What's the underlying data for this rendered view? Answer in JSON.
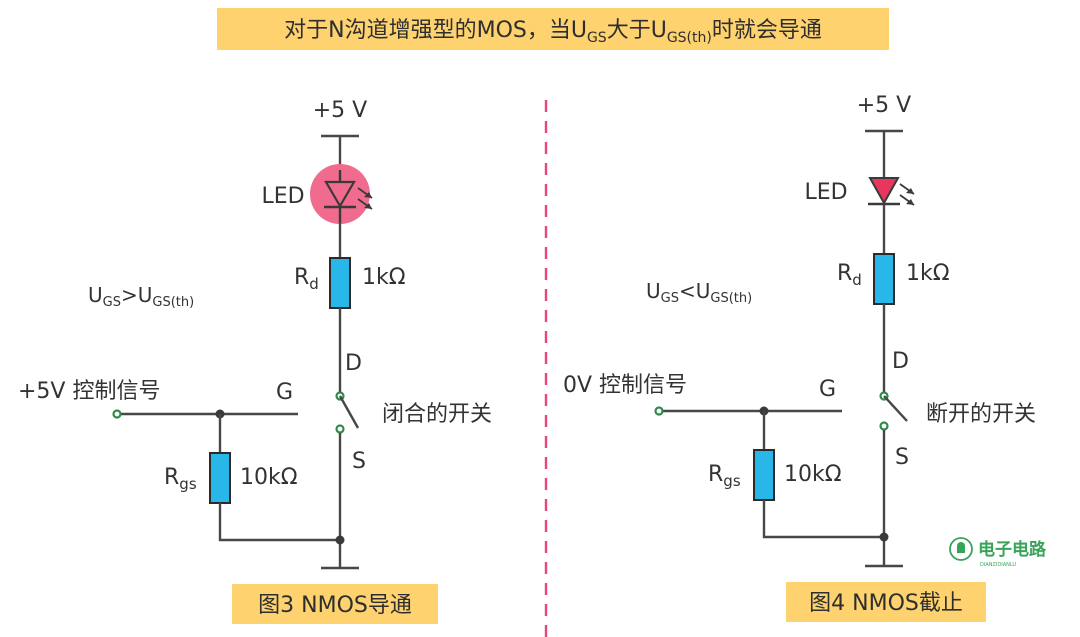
{
  "title": {
    "prefix": "对于N沟道增强型的MOS，当U",
    "sub1": "GS",
    "mid": "大于U",
    "sub2": "GS(th)",
    "suffix": "时就会导通"
  },
  "left": {
    "vcc": "+5 V",
    "led_label": "LED",
    "rd_main": "R",
    "rd_sub": "d",
    "rd_value": "1kΩ",
    "cond_u1": "U",
    "cond_sub1": "GS",
    "cond_op": ">U",
    "cond_sub2": "GS(th)",
    "drain": "D",
    "gate": "G",
    "source": "S",
    "control": "+5V 控制信号",
    "switch_state": "闭合的开关",
    "rgs_main": "R",
    "rgs_sub": "gs",
    "rgs_value": "10kΩ",
    "caption": "图3  NMOS导通"
  },
  "right": {
    "vcc": "+5 V",
    "led_label": "LED",
    "rd_main": "R",
    "rd_sub": "d",
    "rd_value": "1kΩ",
    "cond_u1": "U",
    "cond_sub1": "GS",
    "cond_op": "<U",
    "cond_sub2": "GS(th)",
    "drain": "D",
    "gate": "G",
    "source": "S",
    "control": "0V 控制信号",
    "switch_state": "断开的开关",
    "rgs_main": "R",
    "rgs_sub": "gs",
    "rgs_value": "10kΩ",
    "caption": "图4  NMOS截止"
  },
  "logo": {
    "text": "电子电路",
    "small": "DIANZIDIANLU"
  },
  "colors": {
    "banner": "#fdd26f",
    "led_glow": "#f06b8e",
    "led_body": "#e8365f",
    "resistor": "#29b6e8",
    "divider": "#e8457a",
    "terminal": "#2f8a4a",
    "wire": "#474747"
  }
}
